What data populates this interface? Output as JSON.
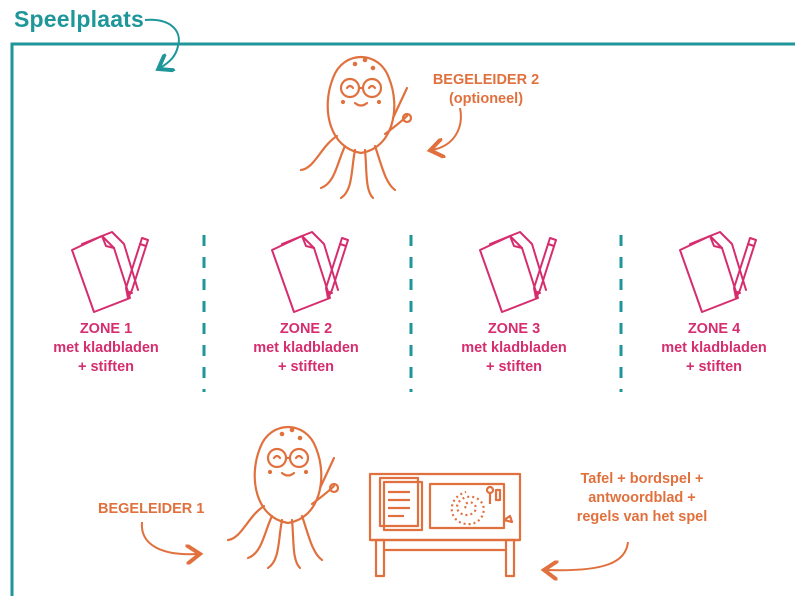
{
  "title": "Speelplaats",
  "begeleider2": {
    "line1": "BEGELEIDER 2",
    "line2": "(optioneel)"
  },
  "zones": [
    {
      "name": "ZONE 1",
      "line2": "met kladbladen",
      "line3": "+ stiften"
    },
    {
      "name": "ZONE 2",
      "line2": "met kladbladen",
      "line3": "+ stiften"
    },
    {
      "name": "ZONE 3",
      "line2": "met kladbladen",
      "line3": "+ stiften"
    },
    {
      "name": "ZONE 4",
      "line2": "met kladbladen",
      "line3": "+ stiften"
    }
  ],
  "begeleider1": "BEGELEIDER 1",
  "table_note": {
    "line1": "Tafel + bordspel +",
    "line2": "antwoordblad +",
    "line3": "regels van het spel"
  },
  "colors": {
    "teal": "#1e969a",
    "orange": "#e0713e",
    "magenta": "#d62d6f"
  }
}
